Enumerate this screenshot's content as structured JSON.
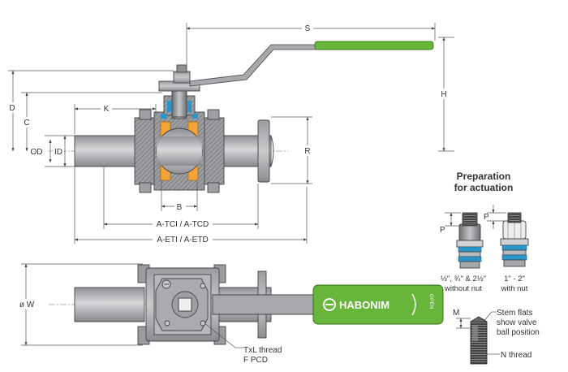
{
  "dimensions": {
    "S": "S",
    "H": "H",
    "D": "D",
    "C": "C",
    "K": "K",
    "OD": "OD",
    "ID": "ID",
    "R": "R",
    "B": "B",
    "A_TC": "A-TCI / A-TCD",
    "A_ET": "A-ETI / A-ETD",
    "W": "ø W",
    "P_left": "P",
    "P_right": "P",
    "M": "M"
  },
  "actuation": {
    "title_line1": "Preparation",
    "title_line2": "for actuation",
    "left_caption_line1": "½\", ¾\" & 2½\"",
    "left_caption_line2": "without nut",
    "right_caption_line1": "1\" - 2\"",
    "right_caption_line2": "with nut",
    "stem_note_line1": "Stem flats",
    "stem_note_line2": "show valve",
    "stem_note_line3": "ball position",
    "n_thread": "N thread"
  },
  "bottom_view": {
    "thread_line1": "TxL thread",
    "thread_line2": "F PCD"
  },
  "handle": {
    "brand": "HABONIM",
    "open_label": "OPEN"
  },
  "colors": {
    "handle_green": "#67b53a",
    "seat_orange": "#f2a33a",
    "seal_blue": "#2a95c9",
    "body_gray": "#a9abae",
    "pipe_gray": "#b9bbbd"
  }
}
